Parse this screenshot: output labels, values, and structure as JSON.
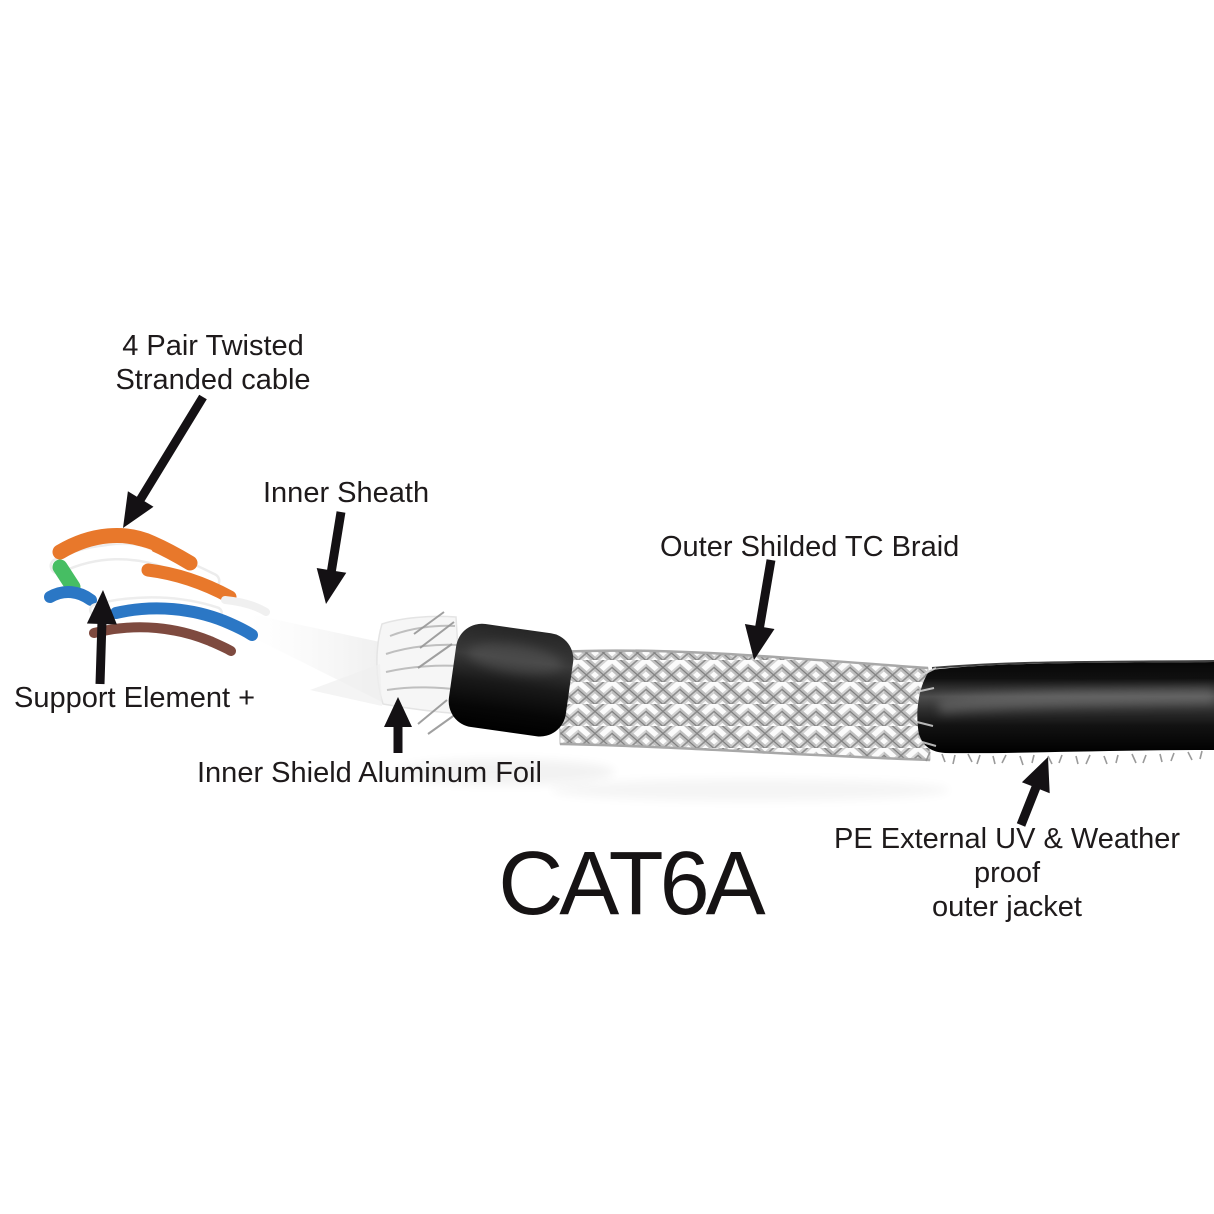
{
  "diagram": {
    "title": "CAT6A",
    "labels": {
      "four_pair_line1": "4 Pair Twisted",
      "four_pair_line2": "Stranded cable",
      "inner_sheath": "Inner Sheath",
      "outer_braid": "Outer Shilded TC Braid",
      "support_element": "Support Element +",
      "inner_shield_foil": "Inner Shield Aluminum Foil",
      "pe_jacket_line1": "PE External UV & Weather proof",
      "pe_jacket_line2": "outer jacket"
    },
    "colors": {
      "background": "#ffffff",
      "text": "#1e1a1b",
      "arrow": "#141114",
      "wire_orange": "#E8782B",
      "wire_green": "#46BE63",
      "wire_blue": "#2B77C5",
      "wire_brown": "#7E4A3F",
      "jacket_black": "#0d0d0d",
      "braid_silver": "#c9c9c9"
    }
  }
}
